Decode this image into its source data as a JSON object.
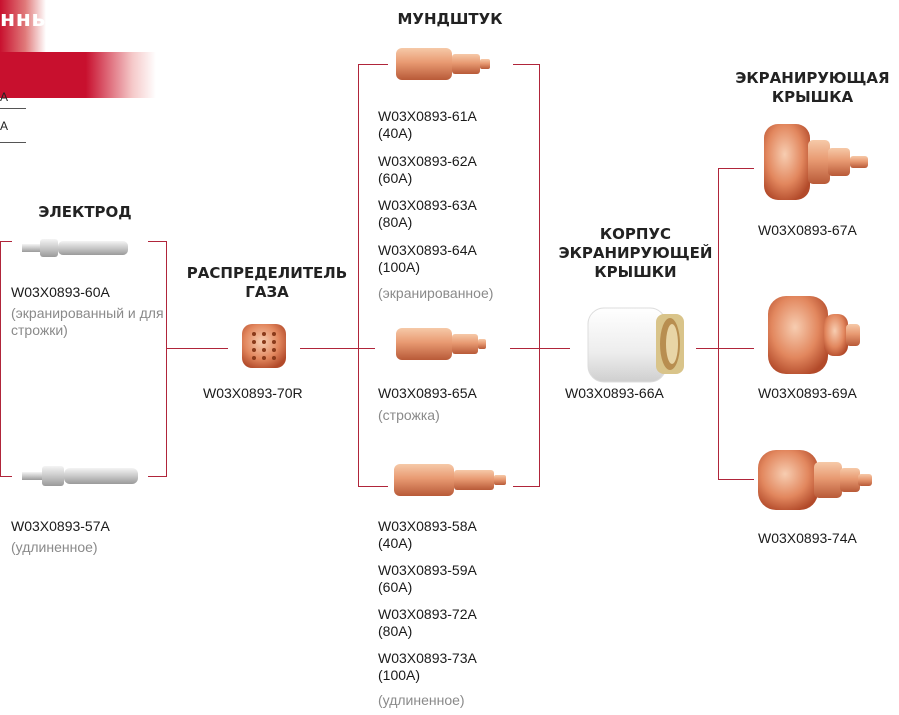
{
  "headings": {
    "electrode": "ЭЛЕКТРОД",
    "distributor": "РАСПРЕДЕЛИТЕЛЬ ГАЗА",
    "nozzle": "МУНДШТУК",
    "retaining_cap": "КОРПУС ЭКРАНИРУЮЩЕЙ КРЫШКИ",
    "shield_cap": "ЭКРАНИРУЮЩАЯ КРЫШКА"
  },
  "fragments": {
    "table_cells": [
      "A",
      "A"
    ],
    "bottom_tab": "нный)"
  },
  "electrode": [
    {
      "part": "W03X0893-60A",
      "note": "(экранированный и для строжки)"
    },
    {
      "part": "W03X0893-57A",
      "note": "(удлиненное)"
    }
  ],
  "distributor": {
    "part": "W03X0893-70R"
  },
  "nozzle_top": {
    "items": [
      {
        "part": "W03X0893-61A",
        "amp": "(40A)"
      },
      {
        "part": "W03X0893-62A",
        "amp": "(60A)"
      },
      {
        "part": "W03X0893-63A",
        "amp": "(80A)"
      },
      {
        "part": "W03X0893-64A",
        "amp": "(100A)"
      }
    ],
    "note": "(экранированное)"
  },
  "nozzle_mid": {
    "part": "W03X0893-65A",
    "note": "(строжка)"
  },
  "nozzle_bottom": {
    "items": [
      {
        "part": "W03X0893-58A",
        "amp": "(40A)"
      },
      {
        "part": "W03X0893-59A",
        "amp": "(60A)"
      },
      {
        "part": "W03X0893-72A",
        "amp": "(80A)"
      },
      {
        "part": "W03X0893-73A",
        "amp": "(100A)"
      }
    ],
    "note": "(удлиненное)"
  },
  "retaining_cap": {
    "part": "W03X0893-66A"
  },
  "shield_caps": [
    {
      "part": "W03X0893-67A"
    },
    {
      "part": "W03X0893-69A"
    },
    {
      "part": "W03X0893-74A"
    }
  ],
  "colors": {
    "accent": "#c8102e",
    "line": "#b0253a",
    "copper": "#e0906a",
    "note": "#8a8a8a"
  }
}
